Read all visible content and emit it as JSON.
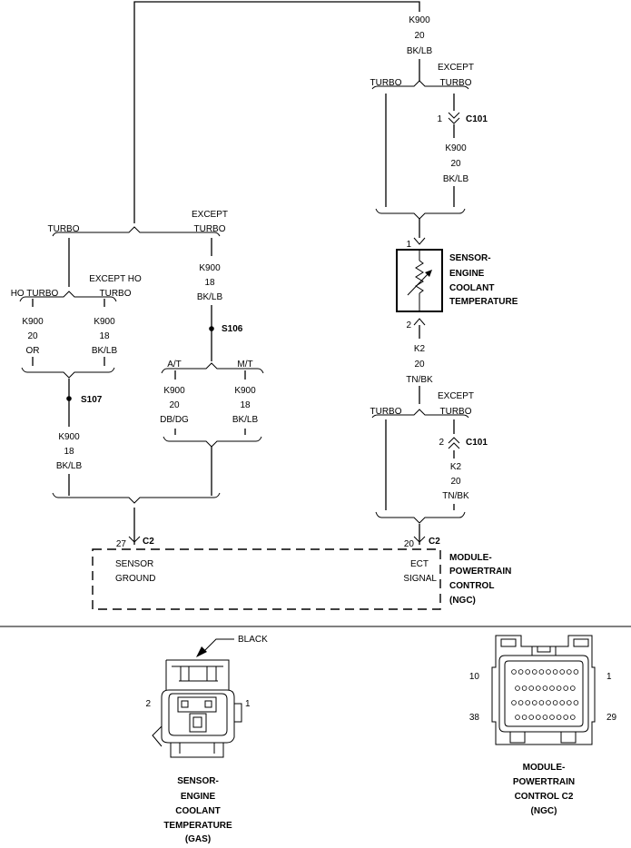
{
  "top_wire": {
    "code": "K900",
    "gauge": "20",
    "color": "BK/LB"
  },
  "splits": {
    "turbo": "TURBO",
    "except_1": "EXCEPT",
    "except_2": "TURBO",
    "ho_turbo": "HO TURBO",
    "except_ho_1": "EXCEPT HO",
    "except_ho_2": "TURBO",
    "at": "A/T",
    "mt": "M/T"
  },
  "connector_c101": {
    "name": "C101",
    "pin_k900": "1",
    "pin_k2": "2"
  },
  "wire_k900_c101": {
    "code": "K900",
    "gauge": "20",
    "color": "BK/LB"
  },
  "sensor": {
    "pin1": "1",
    "pin2": "2",
    "label_1": "SENSOR-",
    "label_2": "ENGINE",
    "label_3": "COOLANT",
    "label_4": "TEMPERATURE"
  },
  "wire_k2_main": {
    "code": "K2",
    "gauge": "20",
    "color": "TN/BK"
  },
  "wire_k2_c101": {
    "code": "K2",
    "gauge": "20",
    "color": "TN/BK"
  },
  "left_branch": {
    "except_turbo_wire": {
      "code": "K900",
      "gauge": "18",
      "color": "BK/LB"
    },
    "splice_s106": "S106",
    "at_wire": {
      "code": "K900",
      "gauge": "20",
      "color": "DB/DG"
    },
    "mt_wire": {
      "code": "K900",
      "gauge": "18",
      "color": "BK/LB"
    },
    "ho_wire": {
      "code": "K900",
      "gauge": "20",
      "color": "OR"
    },
    "except_ho_wire": {
      "code": "K900",
      "gauge": "18",
      "color": "BK/LB"
    },
    "splice_s107": "S107",
    "s107_wire": {
      "code": "K900",
      "gauge": "18",
      "color": "BK/LB"
    }
  },
  "pcm": {
    "connector": "C2",
    "pin_ground": "27",
    "pin_signal": "20",
    "ground_1": "SENSOR",
    "ground_2": "GROUND",
    "signal_1": "ECT",
    "signal_2": "SIGNAL",
    "label_1": "MODULE-",
    "label_2": "POWERTRAIN",
    "label_3": "CONTROL",
    "label_4": "(NGC)"
  },
  "connector_views": {
    "sensor": {
      "color_label": "BLACK",
      "pin_left": "2",
      "pin_right": "1",
      "label_1": "SENSOR-",
      "label_2": "ENGINE",
      "label_3": "COOLANT",
      "label_4": "TEMPERATURE",
      "label_5": "(GAS)"
    },
    "pcm": {
      "pin_tl": "10",
      "pin_tr": "1",
      "pin_bl": "38",
      "pin_br": "29",
      "label_1": "MODULE-",
      "label_2": "POWERTRAIN",
      "label_3": "CONTROL C2",
      "label_4": "(NGC)"
    }
  }
}
